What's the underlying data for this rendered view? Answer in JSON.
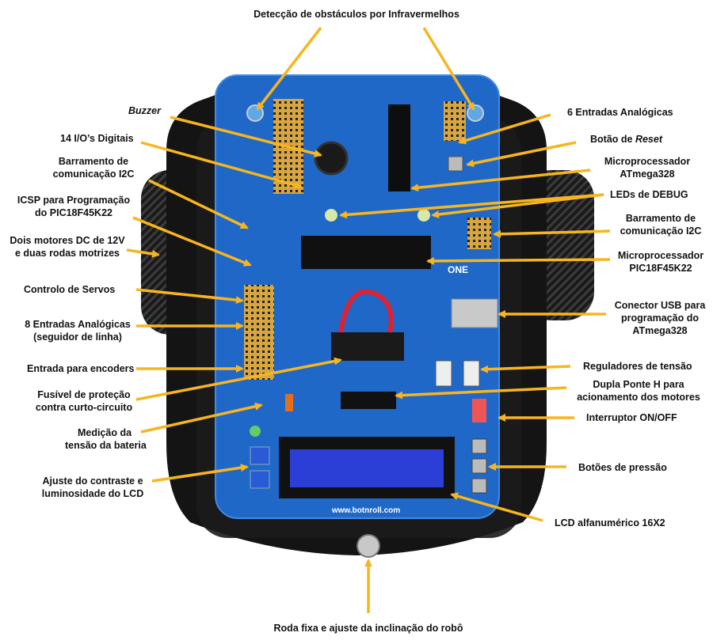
{
  "labels": {
    "ir_detection": "Detecção de obstáculos por Infravermelhos",
    "buzzer": "Buzzer",
    "digital_io": "14 I/O’s Digitais",
    "i2c_left_1": "Barramento de",
    "i2c_left_2": "comunicação I2C",
    "icsp_1": "ICSP para Programação",
    "icsp_2": "do PIC18F45K22",
    "motors_1": "Dois motores DC de 12V",
    "motors_2": "e duas rodas motrizes",
    "servos": "Controlo de Servos",
    "analog8_1": "8 Entradas Analógicas",
    "analog8_2": "(seguidor de linha)",
    "encoders": "Entrada para encoders",
    "fuse_1": "Fusível de proteção",
    "fuse_2": "contra curto-circuito",
    "battery_1": "Medição da",
    "battery_2": "tensão da bateria",
    "lcd_adjust_1": "Ajuste do contraste e",
    "lcd_adjust_2": "luminosidade do LCD",
    "analog6": "6 Entradas Analógicas",
    "reset_prefix": "Botão de ",
    "reset_italic": "Reset",
    "atmega_1": "Microprocessador",
    "atmega_2": "ATmega328",
    "leds_debug": "LEDs de DEBUG",
    "i2c_right_1": "Barramento de",
    "i2c_right_2": "comunicação I2C",
    "pic_1": "Microprocessador",
    "pic_2": "PIC18F45K22",
    "usb_1": "Conector USB para",
    "usb_2": "programação do",
    "usb_3": "ATmega328",
    "regulators": "Reguladores de tensão",
    "hbridge_1": "Dupla Ponte H para",
    "hbridge_2": "acionamento dos motores",
    "onoff": "Interruptor ON/OFF",
    "pushbuttons": "Botões de pressão",
    "lcd": "LCD alfanumérico 16X2",
    "caster": "Roda fixa e ajuste da inclinação do robô"
  },
  "board": {
    "url": "www.botnroll.com",
    "brand": "ONE"
  },
  "colors": {
    "arrow": "#f7b520",
    "board": "#1f68c8",
    "chassis": "#141414",
    "lcd": "#2b3fd6"
  }
}
